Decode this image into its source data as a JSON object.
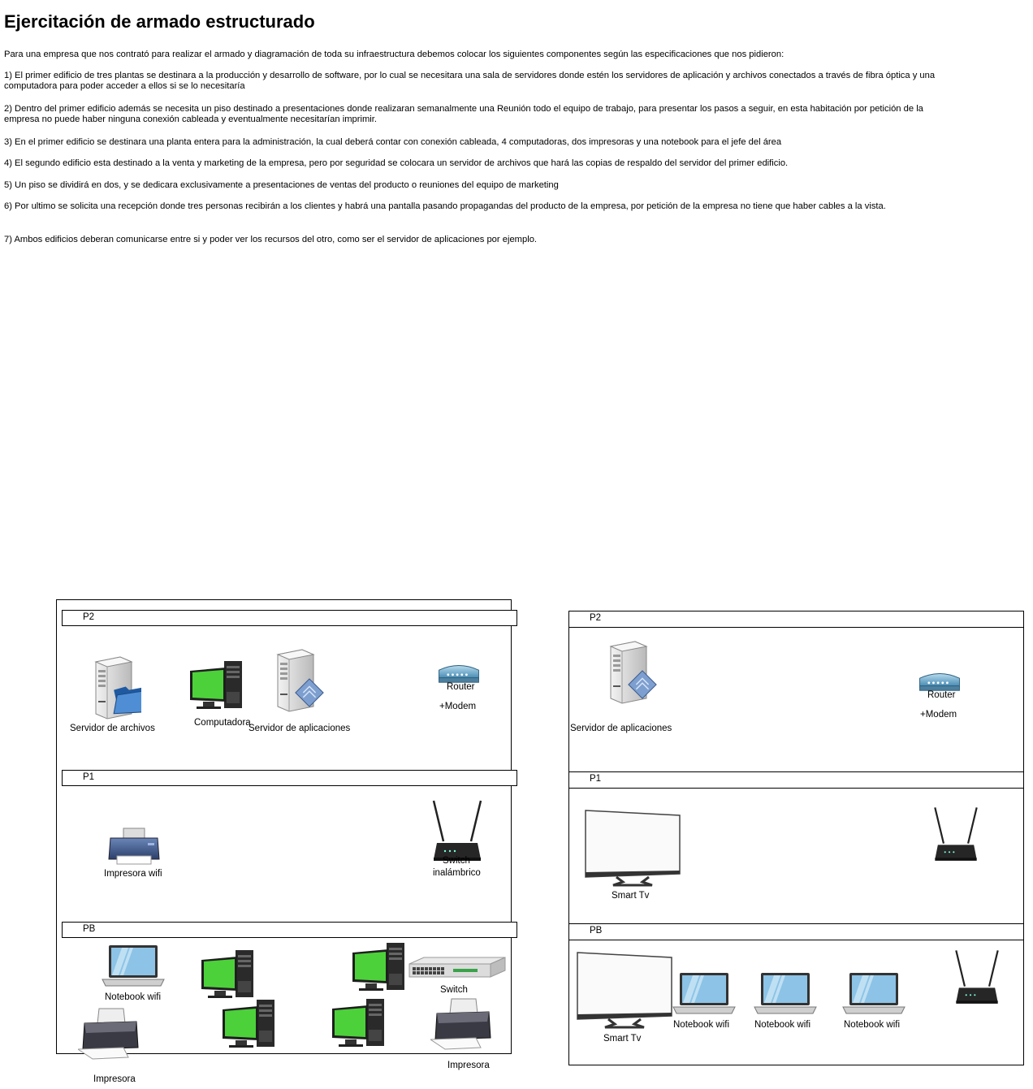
{
  "page": {
    "title": "Ejercitación de armado estructurado",
    "intro": "Para una empresa que  nos contrató para realizar el armado y diagramación de toda su infraestructura debemos colocar los siguientes componentes según las especificaciones que nos pidieron:",
    "items": [
      "1) El primer edificio de tres plantas se destinara a la producción y desarrollo de software, por lo cual se necesitara una sala de servidores donde estén los servidores de aplicación y archivos conectados a través de fibra óptica y una computadora para poder acceder a ellos si se lo necesitaría",
      "2) Dentro del primer edificio además se necesita un piso destinado a presentaciones donde realizaran semanalmente una Reunión todo el equipo de trabajo, para presentar los pasos a seguir, en esta habitación por petición de la empresa no puede haber ninguna conexión cableada y eventualmente necesitarían imprimir.",
      "3) En el primer edificio se destinara una planta entera para la administración, la cual deberá contar con conexión cableada, 4 computadoras, dos impresoras y una notebook para el jefe del área",
      "4) El segundo edificio esta destinado a la venta y marketing de la empresa, pero por seguridad se colocara un servidor de archivos que hará las copias de respaldo del servidor del primer edificio.",
      "5) Un piso se dividirá en dos, y se dedicara exclusivamente a presentaciones de ventas del producto o reuniones del equipo de marketing",
      "6) Por ultimo se solicita una recepción donde tres personas recibirán a los clientes y habrá una pantalla pasando propagandas del producto de la empresa, por petición de la empresa no tiene que haber cables a la vista.",
      "7) Ambos edificios deberan comunicarse entre si y poder ver los recursos del otro, como ser el servidor de aplicaciones por ejemplo."
    ]
  },
  "building1": {
    "floors": [
      "P2",
      "P1",
      "PB"
    ],
    "p2": {
      "file_server": "Servidor de archivos",
      "computer": "Computadora",
      "app_server": "Servidor de aplicaciones",
      "router": "Router",
      "modem": "+Modem"
    },
    "p1": {
      "wifi_printer": "Impresora wifi",
      "wireless_switch_1": "Switch",
      "wireless_switch_2": "inalámbrico"
    },
    "pb": {
      "notebook": "Notebook wifi",
      "switch": "Switch",
      "printer_left": "Impresora",
      "printer_right": "Impresora"
    }
  },
  "building2": {
    "floors": [
      "P2",
      "P1",
      "PB"
    ],
    "p2": {
      "app_server": "Servidor de aplicaciones",
      "router": "Router",
      "modem": "+Modem"
    },
    "p1": {
      "tv": "Smart Tv"
    },
    "pb": {
      "tv": "Smart Tv",
      "notebook_1": "Notebook wifi",
      "notebook_2": "Notebook wifi",
      "notebook_3": "Notebook wifi"
    }
  },
  "colors": {
    "screen_green": "#4cd13a",
    "tower": "#2a2a2a",
    "server_body": "#d8d8d8",
    "laptop_screen": "#8cc3e6",
    "router_blue": "#6fa8c8"
  },
  "icons": [
    "file-server-icon",
    "computer-icon",
    "app-server-icon",
    "router-icon",
    "printer-icon",
    "wireless-router-icon",
    "laptop-icon",
    "network-switch-icon",
    "tv-icon"
  ]
}
